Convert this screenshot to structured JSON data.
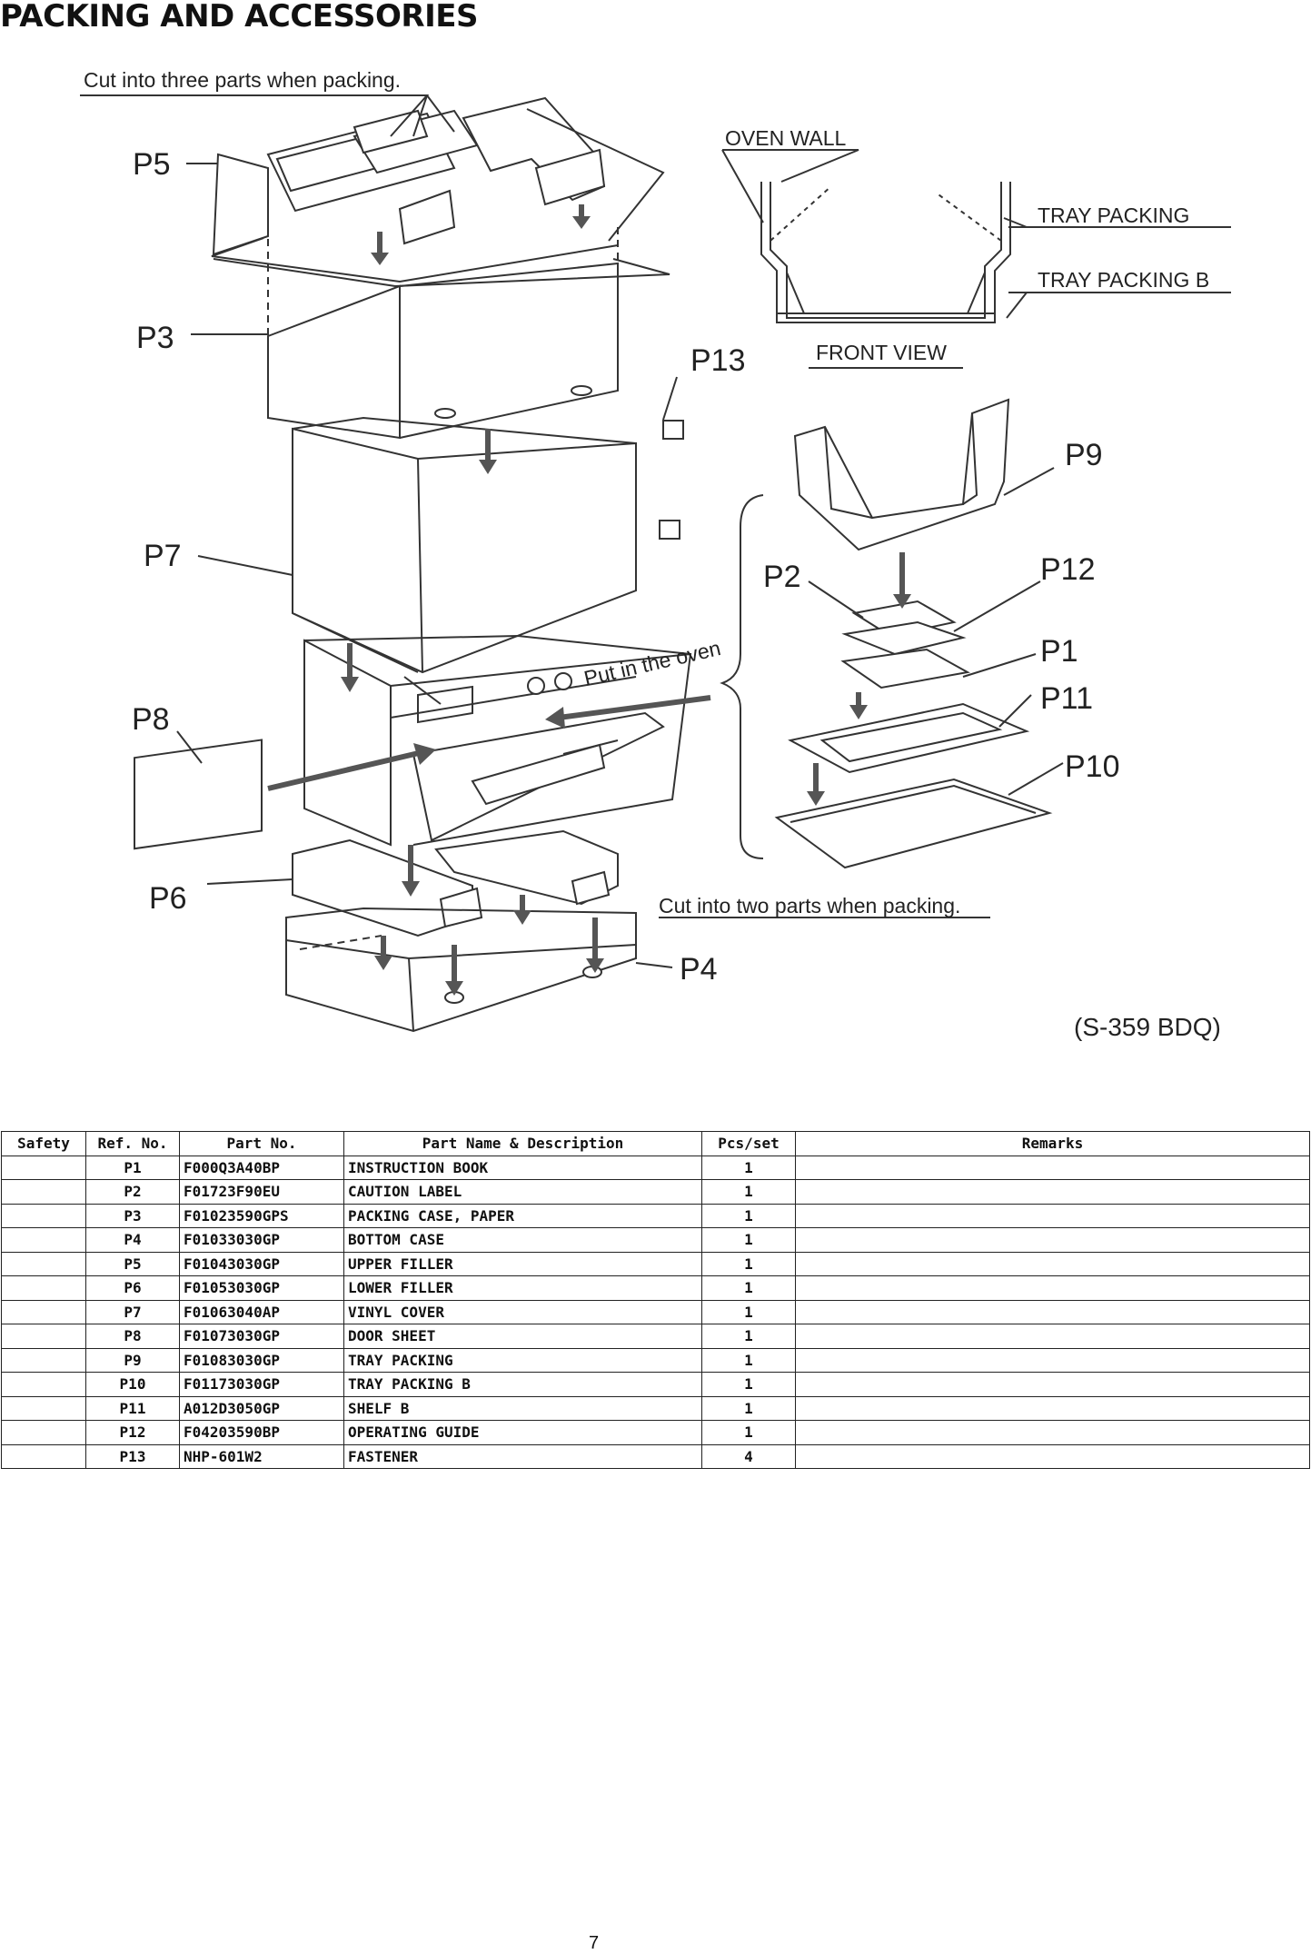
{
  "page": {
    "title": "PACKING AND ACCESSORIES",
    "model_code": "(S-359 BDQ)",
    "page_number": "7"
  },
  "diagram": {
    "annotations": {
      "cut_three": "Cut into three parts when packing.",
      "cut_two": "Cut into two parts when packing.",
      "put_in_oven": "Put in the oven"
    },
    "front_view": {
      "oven_wall": "OVEN WALL",
      "tray_packing": "TRAY PACKING",
      "tray_packing_b": "TRAY PACKING B",
      "caption": "FRONT VIEW"
    },
    "callouts": [
      "P1",
      "P2",
      "P3",
      "P4",
      "P5",
      "P6",
      "P7",
      "P8",
      "P9",
      "P10",
      "P11",
      "P12",
      "P13"
    ]
  },
  "table": {
    "headers": [
      "Safety",
      "Ref. No.",
      "Part No.",
      "Part Name & Description",
      "Pcs/set",
      "Remarks"
    ],
    "rows": [
      {
        "safety": "",
        "ref": "P1",
        "part_no": "F000Q3A40BP",
        "name": "INSTRUCTION BOOK",
        "pcs": "1",
        "remarks": ""
      },
      {
        "safety": "",
        "ref": "P2",
        "part_no": "F01723F90EU",
        "name": "CAUTION LABEL",
        "pcs": "1",
        "remarks": ""
      },
      {
        "safety": "",
        "ref": "P3",
        "part_no": "F01023590GPS",
        "name": "PACKING CASE, PAPER",
        "pcs": "1",
        "remarks": ""
      },
      {
        "safety": "",
        "ref": "P4",
        "part_no": "F01033030GP",
        "name": "BOTTOM CASE",
        "pcs": "1",
        "remarks": ""
      },
      {
        "safety": "",
        "ref": "P5",
        "part_no": "F01043030GP",
        "name": "UPPER FILLER",
        "pcs": "1",
        "remarks": ""
      },
      {
        "safety": "",
        "ref": "P6",
        "part_no": "F01053030GP",
        "name": "LOWER FILLER",
        "pcs": "1",
        "remarks": ""
      },
      {
        "safety": "",
        "ref": "P7",
        "part_no": "F01063040AP",
        "name": "VINYL COVER",
        "pcs": "1",
        "remarks": ""
      },
      {
        "safety": "",
        "ref": "P8",
        "part_no": "F01073030GP",
        "name": "DOOR SHEET",
        "pcs": "1",
        "remarks": ""
      },
      {
        "safety": "",
        "ref": "P9",
        "part_no": "F01083030GP",
        "name": "TRAY PACKING",
        "pcs": "1",
        "remarks": ""
      },
      {
        "safety": "",
        "ref": "P10",
        "part_no": "F01173030GP",
        "name": "TRAY PACKING B",
        "pcs": "1",
        "remarks": ""
      },
      {
        "safety": "",
        "ref": "P11",
        "part_no": "A012D3050GP",
        "name": "SHELF B",
        "pcs": "1",
        "remarks": ""
      },
      {
        "safety": "",
        "ref": "P12",
        "part_no": "F04203590BP",
        "name": "OPERATING GUIDE",
        "pcs": "1",
        "remarks": ""
      },
      {
        "safety": "",
        "ref": "P13",
        "part_no": "NHP-601W2",
        "name": "FASTENER",
        "pcs": "4",
        "remarks": ""
      }
    ]
  }
}
